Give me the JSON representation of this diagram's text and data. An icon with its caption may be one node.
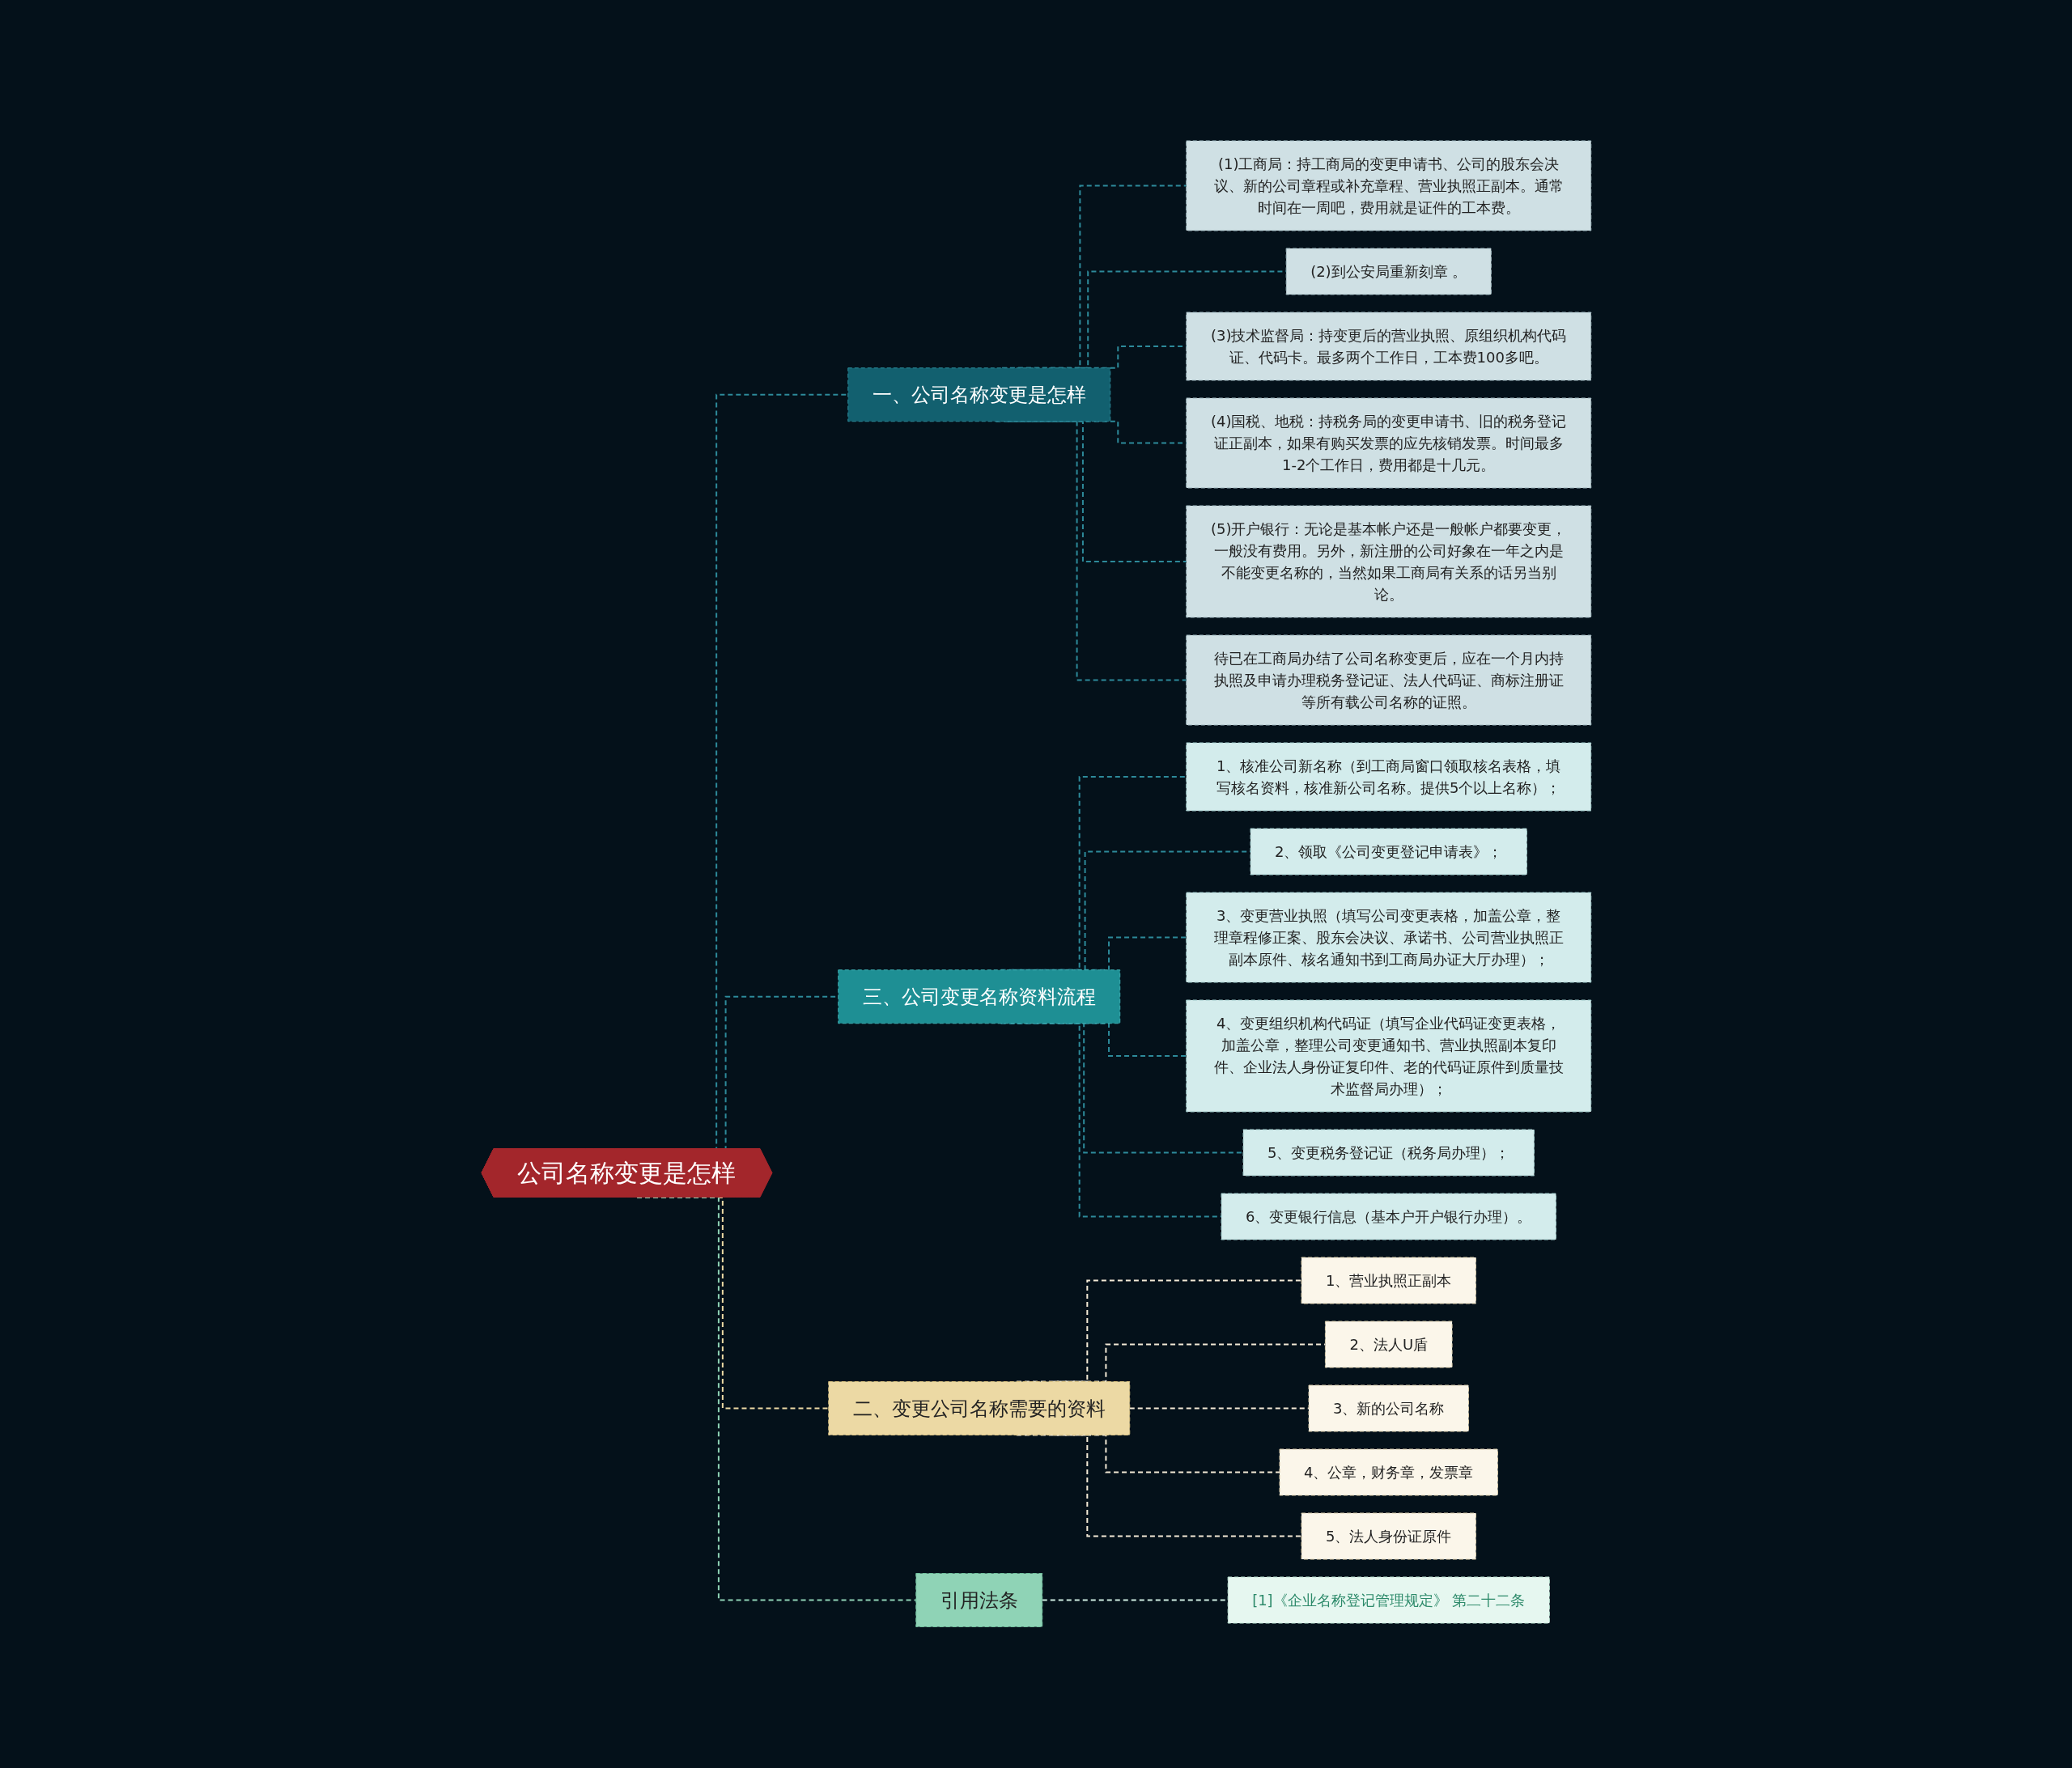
{
  "diagram": {
    "nodes": [
      {
        "text": [
          "公司名称变更是怎样"
        ]
      },
      {
        "text": [
          "一、公司名称变更是怎样"
        ]
      },
      {
        "text": [
          "(1)工商局：持工商局的变更申请书、公司的股东会决议、新的公司章程或补充章程、营业执照正副本。通常时间在一周吧，费用就是证件的工本费。"
        ]
      },
      {
        "text": [
          "(2)到公安局重新刻章 。"
        ]
      },
      {
        "text": [
          "(3)技术监督局：持变更后的营业执照、原组织机构代码证、代码卡。最多两个工作日，工本费100多吧。"
        ]
      },
      {
        "text": [
          "(4)国税、地税：持税务局的变更申请书、旧的税务登记证正副本，如果有购买发票的应先核销发票。时间最多1-2个工作日，费用都是十几元。"
        ]
      },
      {
        "text": [
          "(5)开户银行：无论是基本帐户还是一般帐户都要变更，一般没有费用。另外，新注册的公司好象在一年之内是不能变更名称的，当然如果工商局有关系的话另当别论。"
        ]
      },
      {
        "text": [
          "待已在工商局办结了公司名称变更后，应在一个月内持执照及申请办理税务登记证、法人代码证、商标注册证等所有载公司名称的证照。"
        ]
      },
      {
        "text": [
          "三、公司变更名称资料流程"
        ]
      },
      {
        "text": [
          "1、核准公司新名称（到工商局窗口领取核名表格，填写核名资料，核准新公司名称。提供5个以上名称）；"
        ]
      },
      {
        "text": [
          "2、领取《公司变更登记申请表》；"
        ]
      },
      {
        "text": [
          "3、变更营业执照（填写公司变更表格，加盖公章，整理章程修正案、股东会决议、承诺书、公司营业执照正副本原件、核名通知书到工商局办证大厅办理）；"
        ]
      },
      {
        "text": [
          "4、变更组织机构代码证（填写企业代码证变更表格，加盖公章，整理公司变更通知书、营业执照副本复印件、企业法人身份证复印件、老的代码证原件到质量技术监督局办理）；"
        ]
      },
      {
        "text": [
          "5、变更税务登记证（税务局办理）；"
        ]
      },
      {
        "text": [
          "6、变更银行信息（基本户开户银行办理）。"
        ]
      },
      {
        "text": [
          "二、变更公司名称需要的资料"
        ]
      },
      {
        "text": [
          "1、营业执照正副本"
        ]
      },
      {
        "text": [
          "2、法人U盾"
        ]
      },
      {
        "text": [
          "3、新的公司名称"
        ]
      },
      {
        "text": [
          "4、公章，财务章，发票章"
        ]
      },
      {
        "text": [
          "5、法人身份证原件"
        ]
      },
      {
        "text": [
          "引用法条"
        ]
      },
      {
        "text": [
          "[1]《企业名称登记管理规定》 第二十二条"
        ]
      }
    ],
    "edges": [
      {
        "from": 0,
        "to": 1,
        "arrow": "none",
        "style": "dashed"
      },
      {
        "from": 1,
        "to": 2,
        "arrow": "none",
        "style": "dashed"
      },
      {
        "from": 1,
        "to": 3,
        "arrow": "none",
        "style": "dashed"
      },
      {
        "from": 1,
        "to": 4,
        "arrow": "none",
        "style": "dashed"
      },
      {
        "from": 1,
        "to": 5,
        "arrow": "none",
        "style": "dashed"
      },
      {
        "from": 1,
        "to": 6,
        "arrow": "none",
        "style": "dashed"
      },
      {
        "from": 1,
        "to": 7,
        "arrow": "none",
        "style": "dashed"
      },
      {
        "from": 0,
        "to": 8,
        "arrow": "none",
        "style": "dashed"
      },
      {
        "from": 8,
        "to": 9,
        "arrow": "none",
        "style": "dashed"
      },
      {
        "from": 8,
        "to": 10,
        "arrow": "none",
        "style": "dashed"
      },
      {
        "from": 8,
        "to": 11,
        "arrow": "none",
        "style": "dashed"
      },
      {
        "from": 8,
        "to": 12,
        "arrow": "none",
        "style": "dashed"
      },
      {
        "from": 8,
        "to": 13,
        "arrow": "none",
        "style": "dashed"
      },
      {
        "from": 8,
        "to": 14,
        "arrow": "none",
        "style": "dashed"
      },
      {
        "from": 0,
        "to": 15,
        "arrow": "none",
        "style": "dashed",
        "color": "#ecd9a4"
      },
      {
        "from": 15,
        "to": 16,
        "arrow": "none",
        "style": "dashed",
        "color": "#f3ead6"
      },
      {
        "from": 15,
        "to": 17,
        "arrow": "none",
        "style": "dashed",
        "color": "#f3ead6"
      },
      {
        "from": 15,
        "to": 18,
        "arrow": "none",
        "style": "dashed",
        "color": "#f3ead6"
      },
      {
        "from": 15,
        "to": 19,
        "arrow": "none",
        "style": "dashed",
        "color": "#f3ead6"
      },
      {
        "from": 15,
        "to": 20,
        "arrow": "none",
        "style": "dashed",
        "color": "#f3ead6"
      },
      {
        "from": 0,
        "to": 21,
        "arrow": "none",
        "style": "dashed",
        "color": "#8fd3b6"
      },
      {
        "from": 21,
        "to": 22,
        "arrow": "none",
        "style": "dashed",
        "color": "#cfeee2"
      }
    ]
  }
}
